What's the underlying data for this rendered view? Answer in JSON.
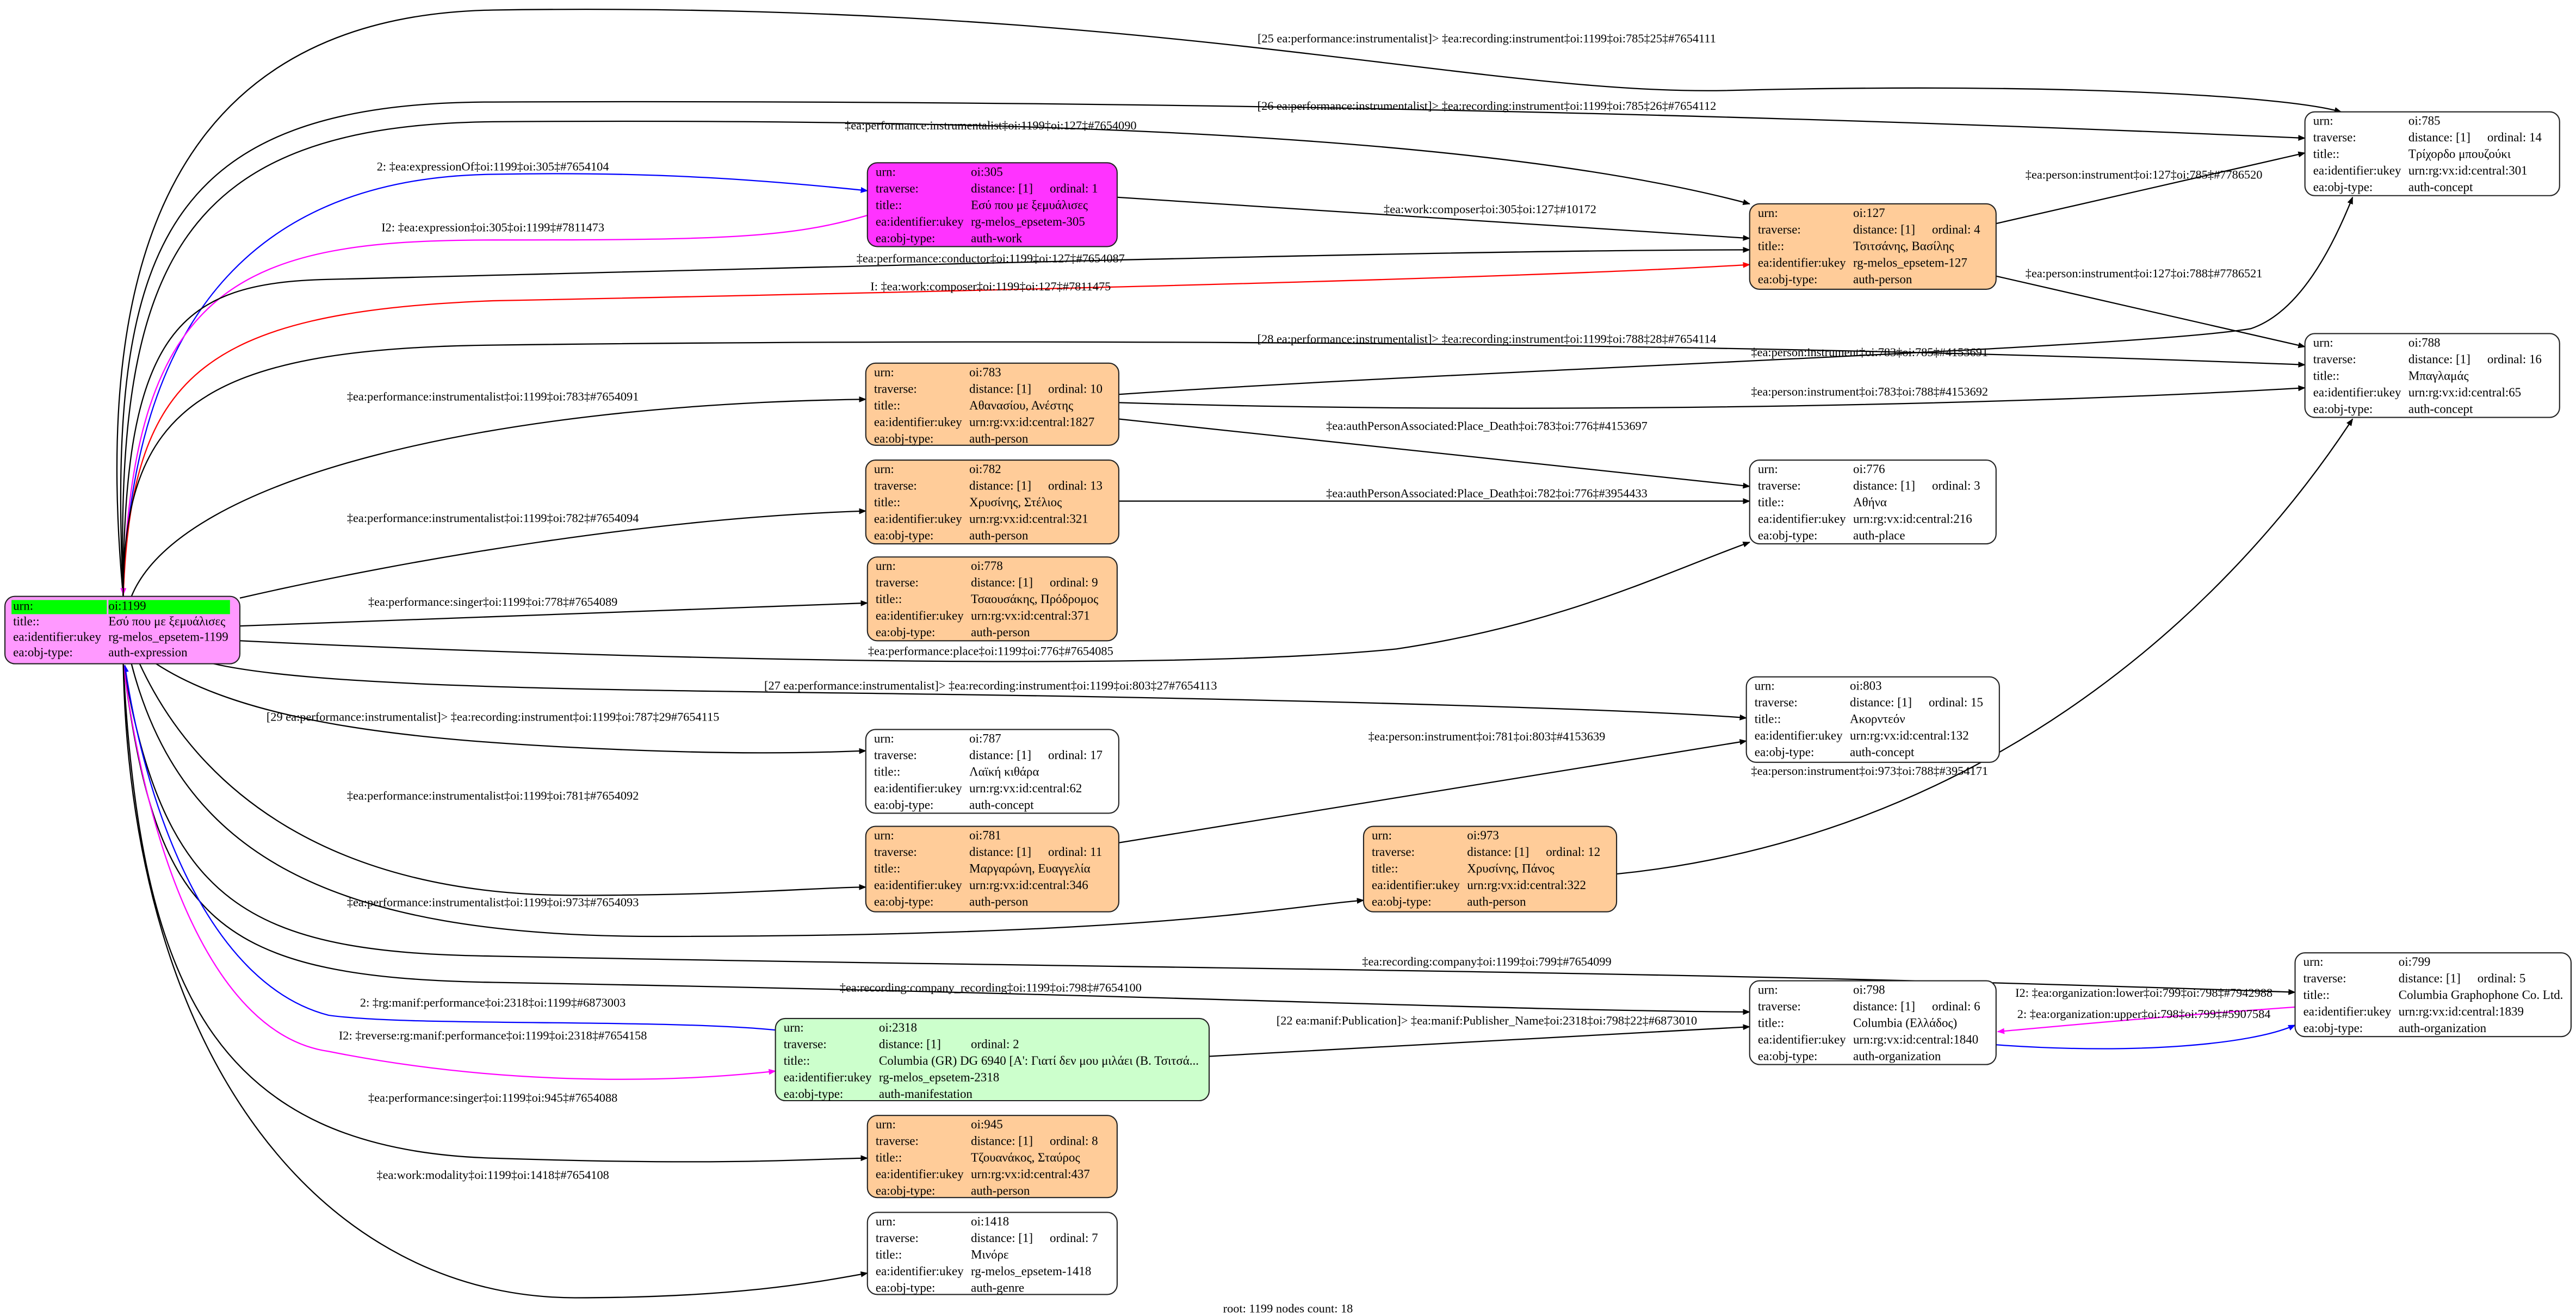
{
  "row_labels": {
    "urn": "urn:",
    "traverse": "traverse:",
    "title": "title::",
    "ukey": "ea:identifier:ukey",
    "objtype": "ea:obj-type:"
  },
  "colors": {
    "root_fill": "#ff99ff",
    "root_header": "#00ff00",
    "work_fill": "#ff33ff",
    "person_fill": "#ffcc99",
    "manifestation_fill": "#ccffcc",
    "default_fill": "#ffffff",
    "edge_black": "#000000",
    "edge_blue": "#0000ff",
    "edge_magenta": "#ff00ff",
    "edge_red": "#ff0000"
  },
  "nodes": [
    {
      "id": "1199",
      "urn": "oi:1199",
      "title": "Εσύ που με ξεμυάλισες",
      "ukey": "rg-melos_epsetem-1199",
      "objtype": "auth-expression",
      "fill": "#ff99ff",
      "root": true
    },
    {
      "id": "305",
      "urn": "oi:305",
      "distance": "distance: [1]",
      "ordinal": "ordinal: 1",
      "title": "Εσύ που με ξεμυάλισες",
      "ukey": "rg-melos_epsetem-305",
      "objtype": "auth-work",
      "fill": "#ff33ff"
    },
    {
      "id": "127",
      "urn": "oi:127",
      "distance": "distance: [1]",
      "ordinal": "ordinal: 4",
      "title": "Τσιτσάνης, Βασίλης",
      "ukey": "rg-melos_epsetem-127",
      "objtype": "auth-person",
      "fill": "#ffcc99"
    },
    {
      "id": "785",
      "urn": "oi:785",
      "distance": "distance: [1]",
      "ordinal": "ordinal: 14",
      "title": "Τρίχορδο μπουζούκι",
      "ukey": "urn:rg:vx:id:central:301",
      "objtype": "auth-concept",
      "fill": "#ffffff"
    },
    {
      "id": "788",
      "urn": "oi:788",
      "distance": "distance: [1]",
      "ordinal": "ordinal: 16",
      "title": "Μπαγλαμάς",
      "ukey": "urn:rg:vx:id:central:65",
      "objtype": "auth-concept",
      "fill": "#ffffff"
    },
    {
      "id": "783",
      "urn": "oi:783",
      "distance": "distance: [1]",
      "ordinal": "ordinal: 10",
      "title": "Αθανασίου, Ανέστης",
      "ukey": "urn:rg:vx:id:central:1827",
      "objtype": "auth-person",
      "fill": "#ffcc99"
    },
    {
      "id": "782",
      "urn": "oi:782",
      "distance": "distance: [1]",
      "ordinal": "ordinal: 13",
      "title": "Χρυσίνης, Στέλιος",
      "ukey": "urn:rg:vx:id:central:321",
      "objtype": "auth-person",
      "fill": "#ffcc99"
    },
    {
      "id": "778",
      "urn": "oi:778",
      "distance": "distance: [1]",
      "ordinal": "ordinal: 9",
      "title": "Τσαουσάκης, Πρόδρομος",
      "ukey": "urn:rg:vx:id:central:371",
      "objtype": "auth-person",
      "fill": "#ffcc99"
    },
    {
      "id": "776",
      "urn": "oi:776",
      "distance": "distance: [1]",
      "ordinal": "ordinal: 3",
      "title": "Αθήνα",
      "ukey": "urn:rg:vx:id:central:216",
      "objtype": "auth-place",
      "fill": "#ffffff"
    },
    {
      "id": "803",
      "urn": "oi:803",
      "distance": "distance: [1]",
      "ordinal": "ordinal: 15",
      "title": "Ακορντεόν",
      "ukey": "urn:rg:vx:id:central:132",
      "objtype": "auth-concept",
      "fill": "#ffffff"
    },
    {
      "id": "787",
      "urn": "oi:787",
      "distance": "distance: [1]",
      "ordinal": "ordinal: 17",
      "title": "Λαϊκή κιθάρα",
      "ukey": "urn:rg:vx:id:central:62",
      "objtype": "auth-concept",
      "fill": "#ffffff"
    },
    {
      "id": "781",
      "urn": "oi:781",
      "distance": "distance: [1]",
      "ordinal": "ordinal: 11",
      "title": "Μαργαρώνη, Ευαγγελία",
      "ukey": "urn:rg:vx:id:central:346",
      "objtype": "auth-person",
      "fill": "#ffcc99"
    },
    {
      "id": "973",
      "urn": "oi:973",
      "distance": "distance: [1]",
      "ordinal": "ordinal: 12",
      "title": "Χρυσίνης, Πάνος",
      "ukey": "urn:rg:vx:id:central:322",
      "objtype": "auth-person",
      "fill": "#ffcc99"
    },
    {
      "id": "799",
      "urn": "oi:799",
      "distance": "distance: [1]",
      "ordinal": "ordinal: 5",
      "title": "Columbia Graphophone Co. Ltd.",
      "ukey": "urn:rg:vx:id:central:1839",
      "objtype": "auth-organization",
      "fill": "#ffffff"
    },
    {
      "id": "798",
      "urn": "oi:798",
      "distance": "distance: [1]",
      "ordinal": "ordinal: 6",
      "title": "Columbia (Ελλάδος)",
      "ukey": "urn:rg:vx:id:central:1840",
      "objtype": "auth-organization",
      "fill": "#ffffff"
    },
    {
      "id": "2318",
      "urn": "oi:2318",
      "distance": "distance: [1]",
      "ordinal": "ordinal: 2",
      "title": "Columbia (GR) DG 6940 [A': Γιατί δεν μου μιλάει (Β. Τσιτσά...",
      "ukey": "rg-melos_epsetem-2318",
      "objtype": "auth-manifestation",
      "fill": "#ccffcc"
    },
    {
      "id": "945",
      "urn": "oi:945",
      "distance": "distance: [1]",
      "ordinal": "ordinal: 8",
      "title": "Τζουανάκος, Σταύρος",
      "ukey": "urn:rg:vx:id:central:437",
      "objtype": "auth-person",
      "fill": "#ffcc99"
    },
    {
      "id": "1418",
      "urn": "oi:1418",
      "distance": "distance: [1]",
      "ordinal": "ordinal: 7",
      "title": "Μινόρε",
      "ukey": "rg-melos_epsetem-1418",
      "objtype": "auth-genre",
      "fill": "#ffffff"
    }
  ],
  "edges": [
    {
      "label": "[25 ea:performance:instrumentalist]> ‡ea:recording:instrument‡oi:1199‡oi:785‡25‡#7654111",
      "color": "#000000"
    },
    {
      "label": "[26 ea:performance:instrumentalist]> ‡ea:recording:instrument‡oi:1199‡oi:785‡26‡#7654112",
      "color": "#000000"
    },
    {
      "label": "‡ea:performance:instrumentalist‡oi:1199‡oi:127‡#7654090",
      "color": "#000000"
    },
    {
      "label": "2: ‡ea:expressionOf‡oi:1199‡oi:305‡#7654104",
      "color": "#0000ff"
    },
    {
      "label": "I2: ‡ea:expression‡oi:305‡oi:1199‡#7811473",
      "color": "#ff00ff"
    },
    {
      "label": "‡ea:work:composer‡oi:305‡oi:127‡#10172",
      "color": "#000000"
    },
    {
      "label": "‡ea:performance:conductor‡oi:1199‡oi:127‡#7654087",
      "color": "#000000"
    },
    {
      "label": "I: ‡ea:work:composer‡oi:1199‡oi:127‡#7811475",
      "color": "#ff0000"
    },
    {
      "label": "‡ea:person:instrument‡oi:127‡oi:785‡#7786520",
      "color": "#000000"
    },
    {
      "label": "‡ea:person:instrument‡oi:127‡oi:788‡#7786521",
      "color": "#000000"
    },
    {
      "label": "[28 ea:performance:instrumentalist]> ‡ea:recording:instrument‡oi:1199‡oi:788‡28‡#7654114",
      "color": "#000000"
    },
    {
      "label": "‡ea:person:instrument‡oi:783‡oi:785‡#4153691",
      "color": "#000000"
    },
    {
      "label": "‡ea:person:instrument‡oi:783‡oi:788‡#4153692",
      "color": "#000000"
    },
    {
      "label": "‡ea:performance:instrumentalist‡oi:1199‡oi:783‡#7654091",
      "color": "#000000"
    },
    {
      "label": "‡ea:authPersonAssociated:Place_Death‡oi:783‡oi:776‡#4153697",
      "color": "#000000"
    },
    {
      "label": "‡ea:authPersonAssociated:Place_Death‡oi:782‡oi:776‡#3954433",
      "color": "#000000"
    },
    {
      "label": "‡ea:performance:instrumentalist‡oi:1199‡oi:782‡#7654094",
      "color": "#000000"
    },
    {
      "label": "‡ea:performance:singer‡oi:1199‡oi:778‡#7654089",
      "color": "#000000"
    },
    {
      "label": "‡ea:performance:place‡oi:1199‡oi:776‡#7654085",
      "color": "#000000"
    },
    {
      "label": "[27 ea:performance:instrumentalist]> ‡ea:recording:instrument‡oi:1199‡oi:803‡27#7654113",
      "color": "#000000"
    },
    {
      "label": "[29 ea:performance:instrumentalist]> ‡ea:recording:instrument‡oi:1199‡oi:787‡29#7654115",
      "color": "#000000"
    },
    {
      "label": "‡ea:person:instrument‡oi:781‡oi:803‡#4153639",
      "color": "#000000"
    },
    {
      "label": "‡ea:person:instrument‡oi:973‡oi:788‡#3954171",
      "color": "#000000"
    },
    {
      "label": "‡ea:performance:instrumentalist‡oi:1199‡oi:781‡#7654092",
      "color": "#000000"
    },
    {
      "label": "‡ea:performance:instrumentalist‡oi:1199‡oi:973‡#7654093",
      "color": "#000000"
    },
    {
      "label": "‡ea:recording:company‡oi:1199‡oi:799‡#7654099",
      "color": "#000000"
    },
    {
      "label": "‡ea:recording:company_recording‡oi:1199‡oi:798‡#7654100",
      "color": "#000000"
    },
    {
      "label": "I2: ‡ea:organization:lower‡oi:799‡oi:798‡#7942988",
      "color": "#ff00ff"
    },
    {
      "label": "2: ‡ea:organization:upper‡oi:798‡oi:799‡#5907584",
      "color": "#0000ff"
    },
    {
      "label": "2: ‡rg:manif:performance‡oi:2318‡oi:1199‡#6873003",
      "color": "#0000ff"
    },
    {
      "label": "I2: ‡reverse:rg:manif:performance‡oi:1199‡oi:2318‡#7654158",
      "color": "#ff00ff"
    },
    {
      "label": "[22 ea:manif:Publication]> ‡ea:manif:Publisher_Name‡oi:2318‡oi:798‡22‡#6873010",
      "color": "#000000"
    },
    {
      "label": "‡ea:performance:singer‡oi:1199‡oi:945‡#7654088",
      "color": "#000000"
    },
    {
      "label": "‡ea:work:modality‡oi:1199‡oi:1418‡#7654108",
      "color": "#000000"
    }
  ],
  "footer": "root: 1199 nodes count: 18"
}
